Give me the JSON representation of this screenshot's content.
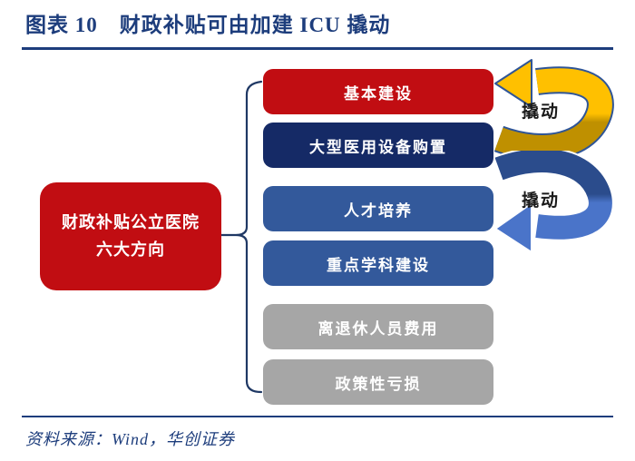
{
  "figure": {
    "title": "图表 10　财政补贴可由加建 ICU 撬动",
    "source": "资料来源：Wind，华创证券"
  },
  "left_box": {
    "line1": "财政补贴公立医院",
    "line2": "六大方向"
  },
  "categories": [
    {
      "label": "基本建设",
      "color": "#c10d12"
    },
    {
      "label": "大型医用设备购置",
      "color": "#152a66"
    },
    {
      "label": "人才培养",
      "color": "#33599b"
    },
    {
      "label": "重点学科建设",
      "color": "#33599b"
    },
    {
      "label": "离退休人员费用",
      "color": "#a6a6a6"
    },
    {
      "label": "政策性亏损",
      "color": "#a6a6a6"
    }
  ],
  "arrows": [
    {
      "label": "撬动",
      "color_main": "#ffc000",
      "color_shade": "#bf9000",
      "outline": "#2f5597"
    },
    {
      "label": "撬动",
      "color_main": "#4a74c9",
      "color_shade": "#2b4c8c",
      "outline": "#ffffff"
    }
  ],
  "colors": {
    "accent_line": "#1d3d7c",
    "brace": "#1f3864",
    "page_bg": "#ffffff",
    "box_text": "#ffffff",
    "label_text": "#1a1a1a"
  }
}
